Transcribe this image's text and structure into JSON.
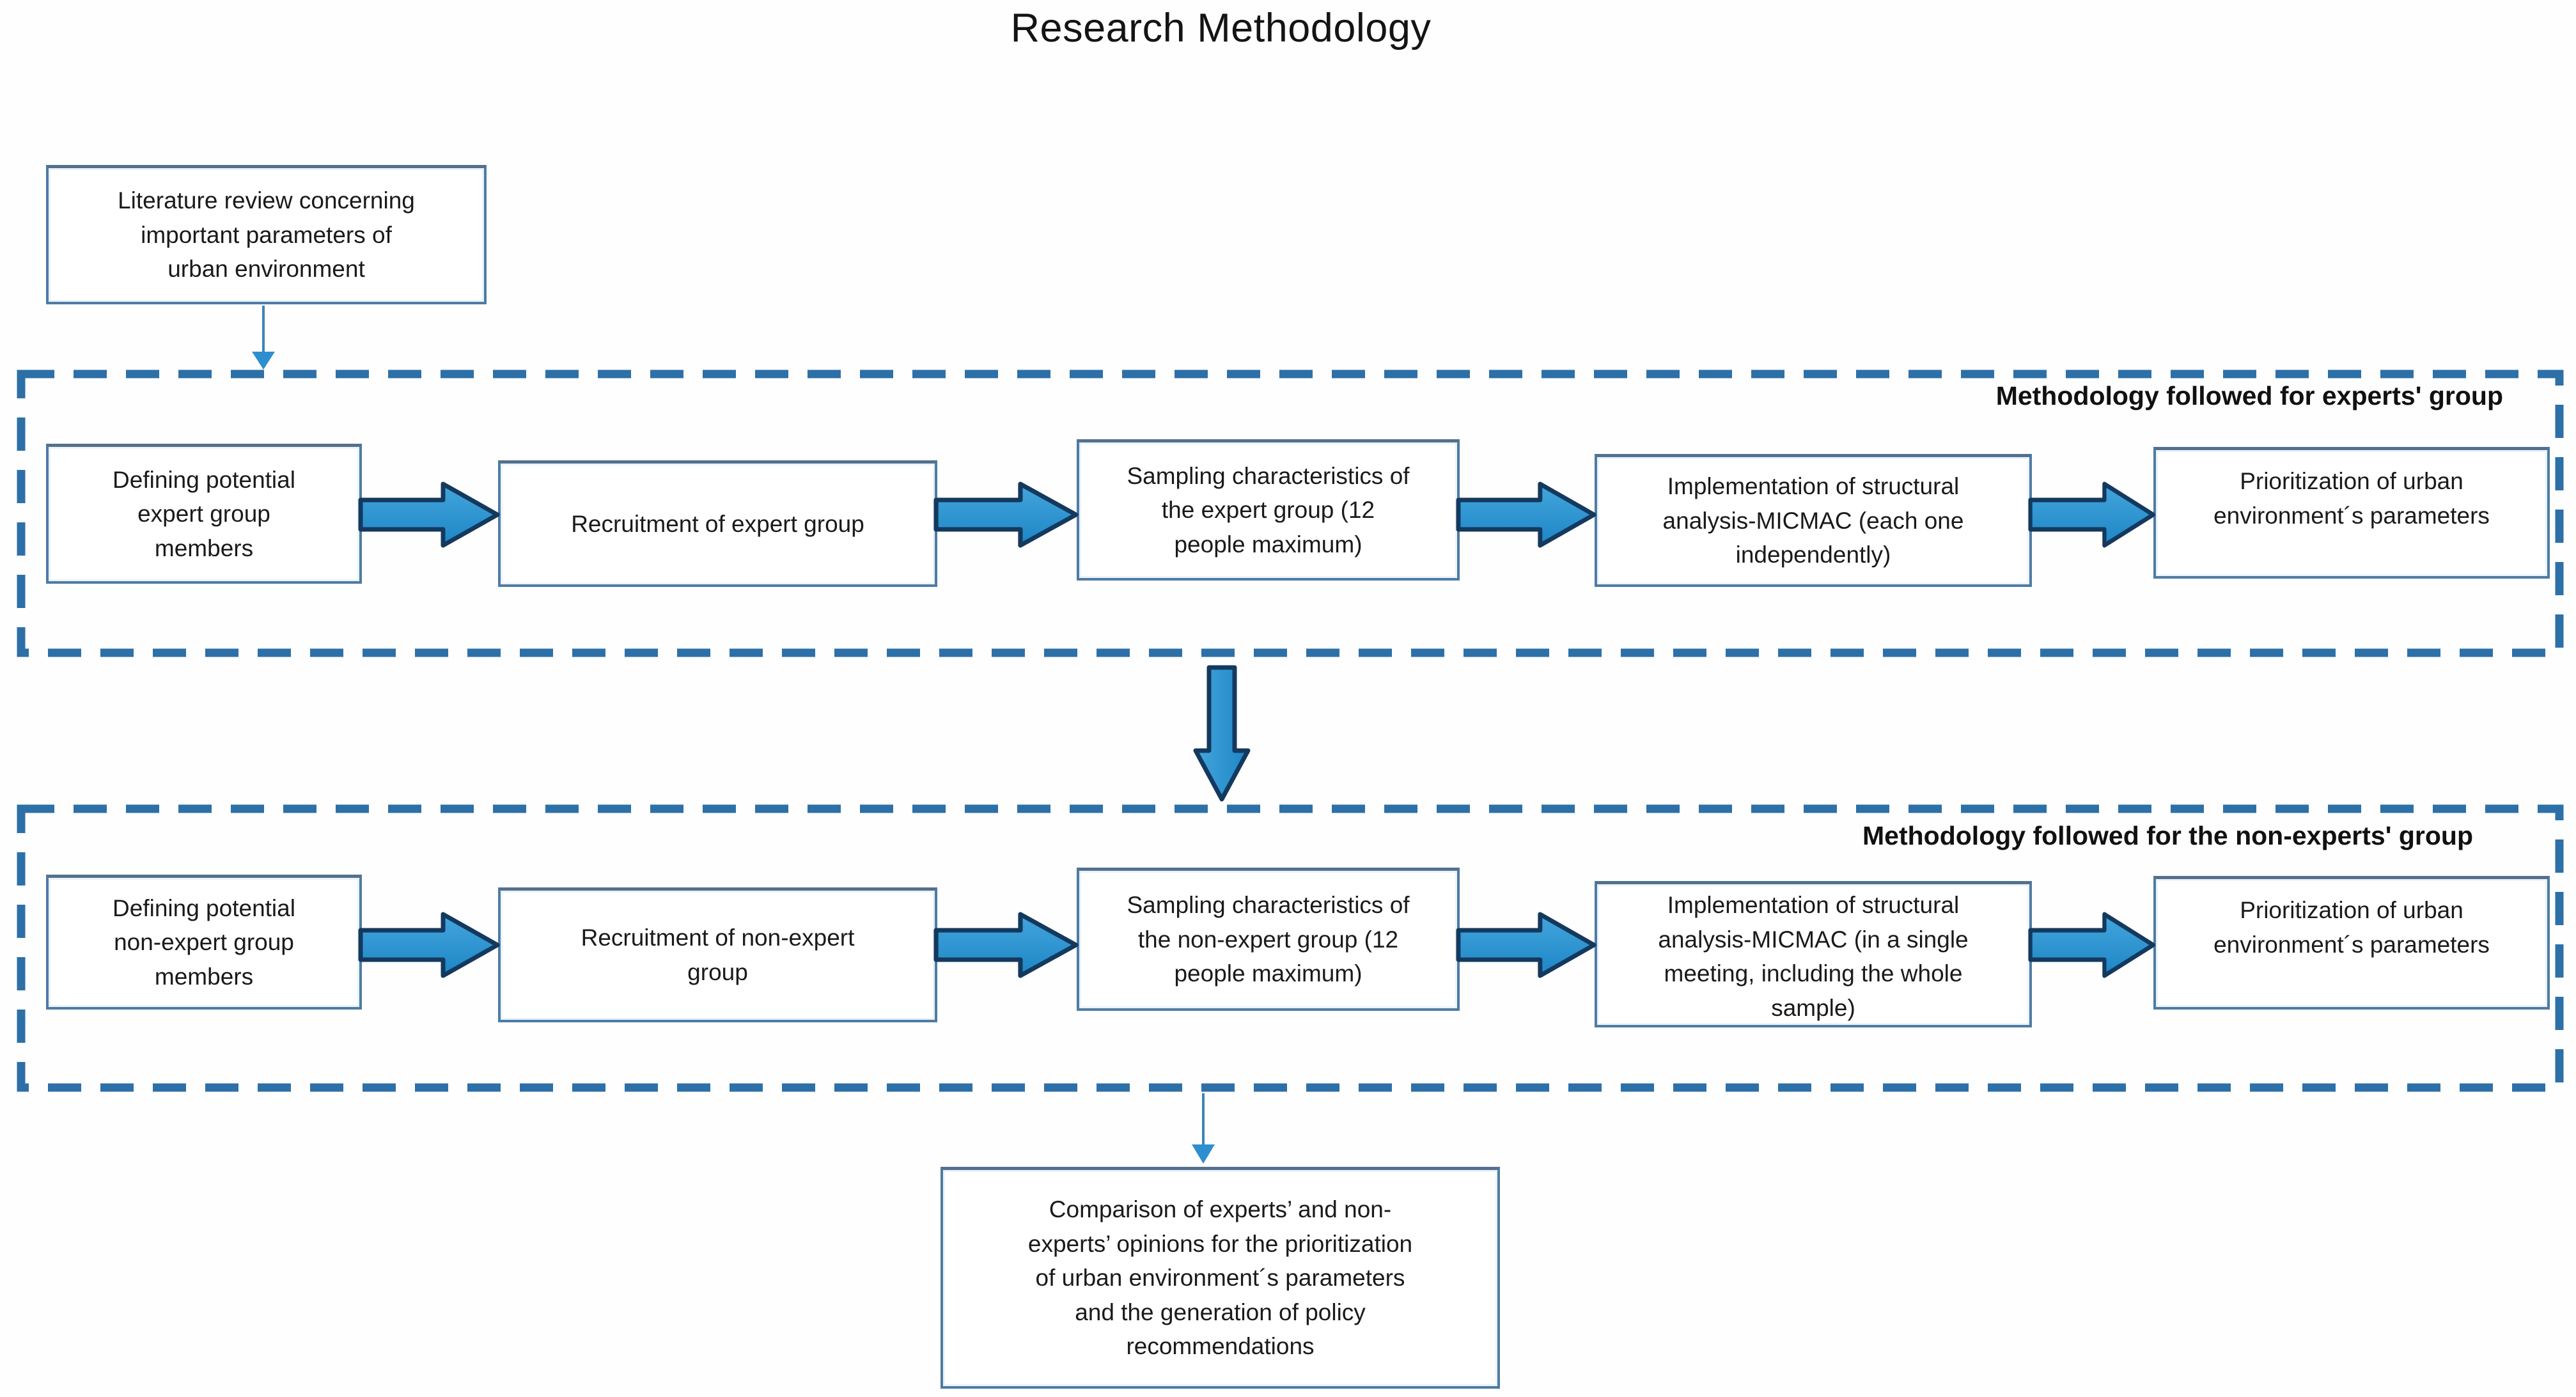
{
  "title": "Research Methodology",
  "top_box": {
    "text": "Literature review concerning\nimportant parameters of\nurban environment"
  },
  "groups": [
    {
      "label": "Methodology followed for experts' group",
      "steps": [
        "Defining potential\nexpert group\nmembers",
        "Recruitment of expert group",
        "Sampling characteristics of\nthe expert group (12\npeople maximum)",
        "Implementation of structural\nanalysis-MICMAC (each one\nindependently)",
        "Prioritization of urban\nenvironment´s parameters"
      ]
    },
    {
      "label": "Methodology followed for the non-experts' group",
      "steps": [
        "Defining potential\nnon-expert group\nmembers",
        "Recruitment of non-expert\ngroup",
        "Sampling characteristics of\nthe non-expert group (12\npeople maximum)",
        "Implementation of structural\nanalysis-MICMAC (in a single\nmeeting, including the whole\nsample)",
        "Prioritization of urban\nenvironment´s parameters"
      ]
    }
  ],
  "bottom_box": {
    "text": "Comparison of experts’ and non-\nexperts’ opinions for the prioritization\nof urban environment´s parameters\nand the generation of policy\nrecommendations"
  },
  "palette": {
    "dashed_frame_color": "#2d70a8",
    "box_border_color": "#4e7ca3",
    "block_arrow_fill_light": "#44a5dc",
    "block_arrow_fill_dark": "#1d86c6",
    "block_arrow_outline": "#14395e",
    "thin_arrow_color": "#3f85b5",
    "thin_arrow_head_color": "#2e8fd0",
    "text_color": "#1a1a1a"
  }
}
